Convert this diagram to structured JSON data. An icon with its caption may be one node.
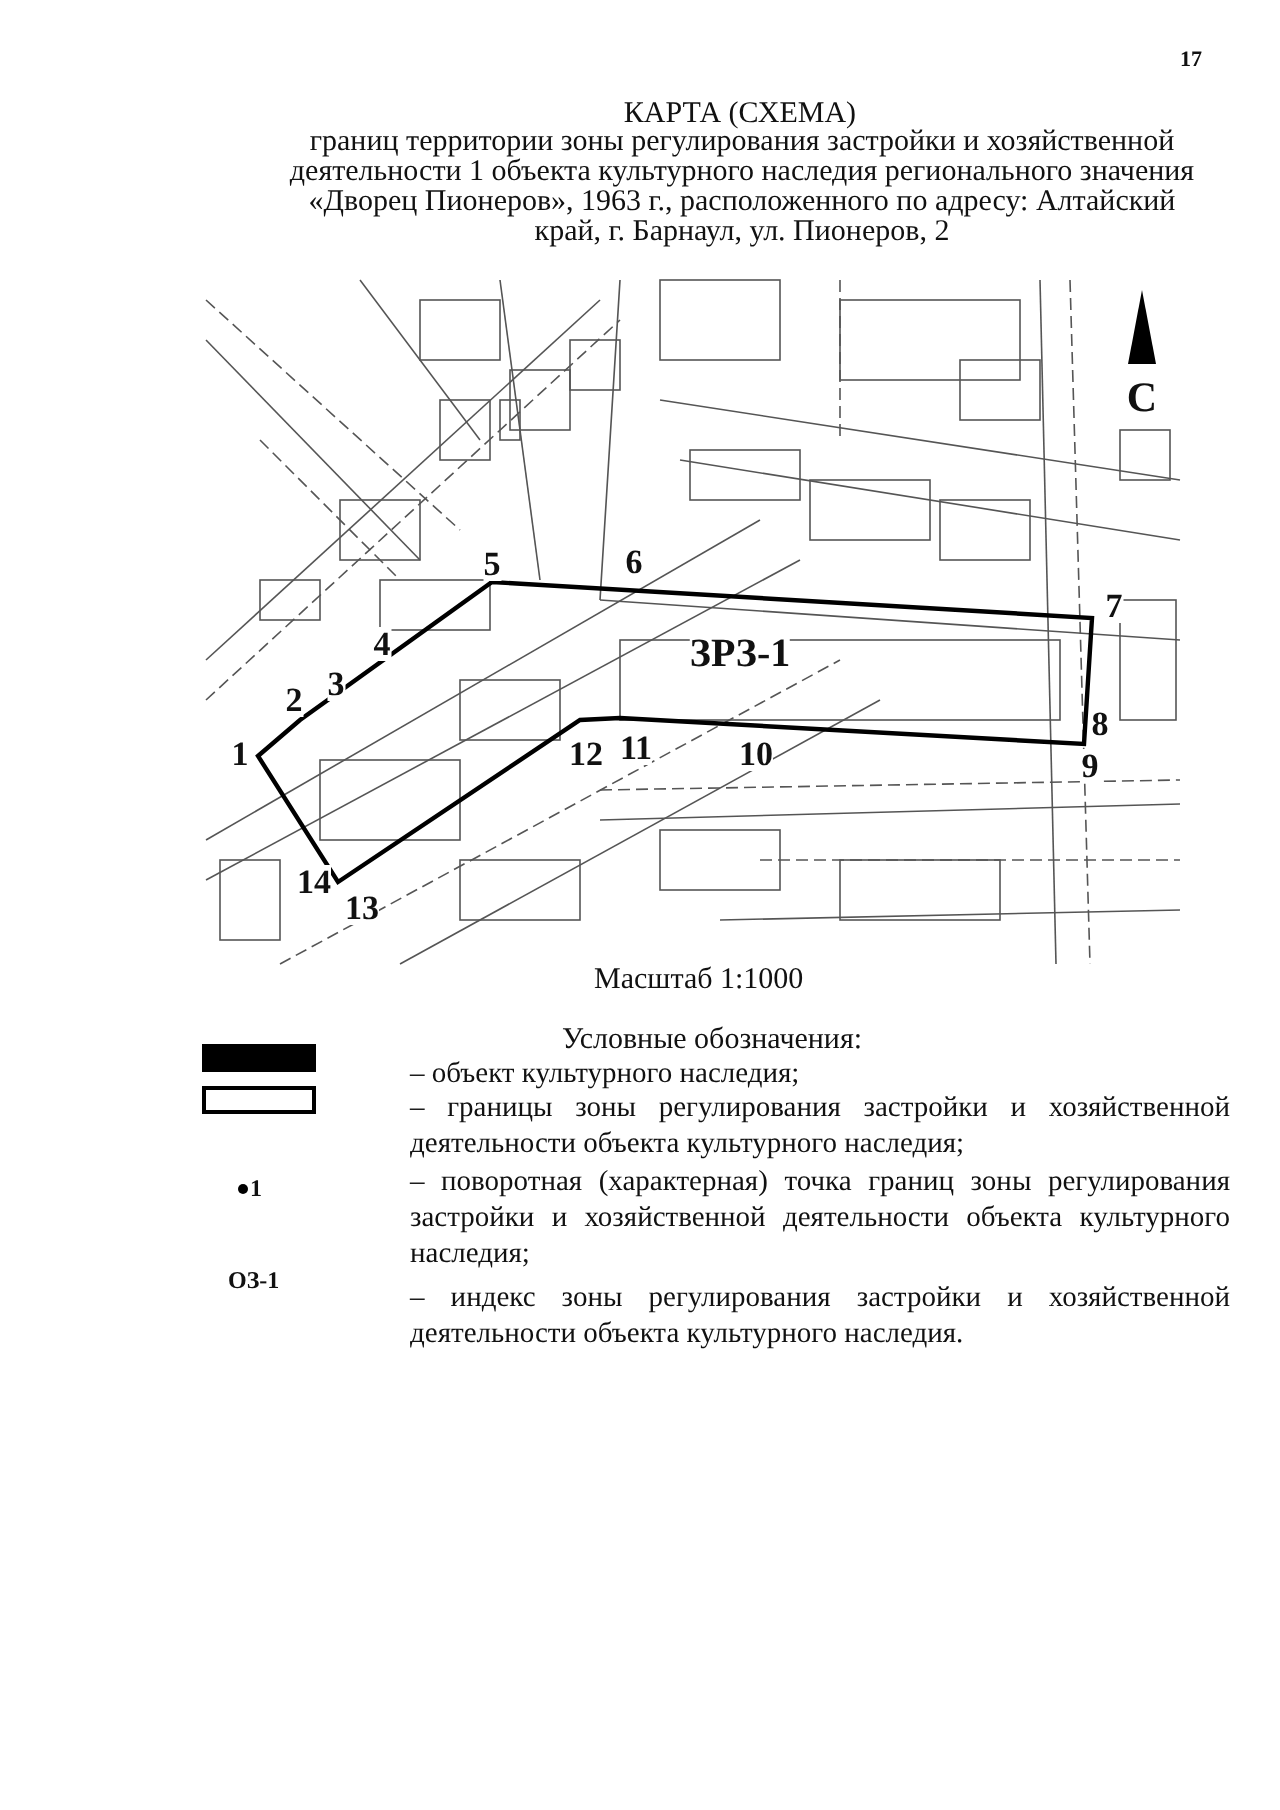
{
  "diagram": {
    "title": "КАРТА (СХЕМА)",
    "labels": [
      "17",
      "границ территории зоны регулирования застройки и хозяйственной деятельности 1 объекта культурного наследия регионального значения «Дворец Пионеров», 1963 г., расположенного по адресу: Алтайский край, г. Барнаул, ул. Пионеров, 2",
      "1",
      "2",
      "3",
      "4",
      "5",
      "6",
      "7",
      "8",
      "9",
      "10",
      "11",
      "12",
      "13",
      "14",
      "ЗРЗ-1",
      "С",
      "Масштаб 1:1000",
      "Условные обозначения:",
      "1",
      "ОЗ-1"
    ],
    "legend": [
      {
        "text": "– объект культурного наследия;",
        "color": "#000000"
      },
      {
        "text": "– границы зоны регулирования застройки и хозяйственной деятельности объекта культурного наследия;"
      },
      {
        "text": "– поворотная (характерная) точка границ зоны регулирования застройки и хозяйственной деятельности объекта культурного наследия;"
      },
      {
        "text": "– индекс зоны регулирования застройки и хозяйственной деятельности объекта культурного наследия."
      }
    ]
  }
}
